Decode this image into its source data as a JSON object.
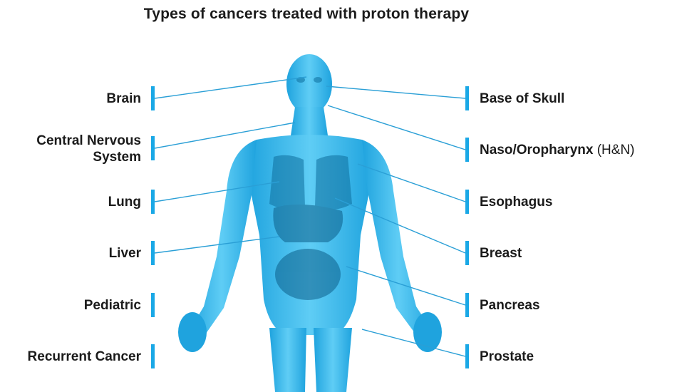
{
  "title": "Types of cancers treated with proton therapy",
  "left_labels": [
    {
      "text": "Brain"
    },
    {
      "text": "Central Nervous System",
      "line1": "Central Nervous",
      "line2": "System"
    },
    {
      "text": "Lung"
    },
    {
      "text": "Liver"
    },
    {
      "text": "Pediatric"
    },
    {
      "text": "Recurrent Cancer"
    }
  ],
  "right_labels": [
    {
      "text": "Base of Skull"
    },
    {
      "text": "Naso/Oropharynx",
      "suffix": "(H&N)"
    },
    {
      "text": "Esophagus"
    },
    {
      "text": "Breast"
    },
    {
      "text": "Pancreas"
    },
    {
      "text": "Prostate"
    }
  ],
  "colors": {
    "accent": "#1aa8e6",
    "body": "#2fb3ea",
    "line": "#2a9fd6"
  }
}
